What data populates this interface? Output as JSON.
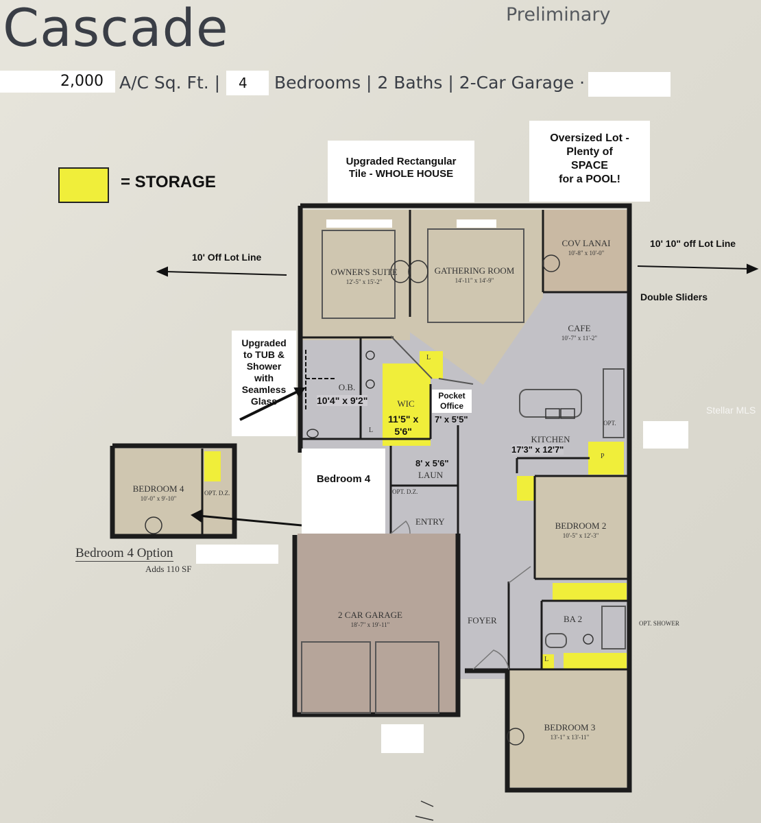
{
  "header": {
    "title": "Cascade",
    "status": "Preliminary",
    "sqft": "2,000",
    "sqft_label": "A/C Sq. Ft. |",
    "bedrooms": "4",
    "features": "Bedrooms | 2 Baths | 2-Car Garage ·"
  },
  "legend": {
    "label": "= STORAGE",
    "color": "#f0ee3a"
  },
  "notes": {
    "tile": [
      "Upgraded Rectangular",
      "Tile - WHOLE HOUSE"
    ],
    "lot": [
      "Oversized Lot -",
      "Plenty of",
      "SPACE",
      "for a POOL!"
    ],
    "lot_line_left": "10' Off Lot Line",
    "lot_line_right": "10' 10\" off Lot Line",
    "double_sliders": "Double Sliders",
    "tub": [
      "Upgraded",
      "to TUB &",
      "Shower",
      "with",
      "Seamless",
      "Glass"
    ]
  },
  "rooms": {
    "owners_suite": {
      "name": "OWNER'S SUITE",
      "dim": "12'-5\" x 15'-2\""
    },
    "gathering": {
      "name": "GATHERING ROOM",
      "dim": "14'-11\" x 14'-9\""
    },
    "lanai": {
      "name": "COV LANAI",
      "dim": "10'-8\" x 10'-0\""
    },
    "cafe": {
      "name": "CAFE",
      "dim": "10'-7\" x 11'-2\""
    },
    "ob": {
      "name": "O.B.",
      "dim": "10'4\" x 9'2\""
    },
    "wic": {
      "name": "WIC",
      "dim": "11'5\" x",
      "dim2": "5'6\""
    },
    "pocket": {
      "name": "Pocket",
      "name2": "Office",
      "dim": "7' x 5'5\""
    },
    "kitchen": {
      "name": "KITCHEN",
      "dim": "17'3\" x 12'7\""
    },
    "laundry": {
      "dim": "8' x 5'6\"",
      "name": "LAUN"
    },
    "bedroom4": {
      "name": "Bedroom 4"
    },
    "opt_dz": "OPT. D.Z.",
    "entry": "ENTRY",
    "bedroom2": {
      "name": "BEDROOM 2",
      "dim": "10'-5\" x 12'-3\""
    },
    "garage": {
      "name": "2 CAR GARAGE",
      "dim": "18'-7\" x 19'-11\""
    },
    "foyer": "FOYER",
    "ba2": "BA 2",
    "opt_shower": "OPT. SHOWER",
    "bedroom3": {
      "name": "BEDROOM 3",
      "dim": "13'-1\" x 13'-11\""
    },
    "pantry": "P",
    "opt": "OPT.",
    "linen": "L"
  },
  "option": {
    "room": "BEDROOM 4",
    "dim": "10'-0\" x 9'-10\"",
    "dz": "OPT. D.Z.",
    "title": "Bedroom 4 Option",
    "adds": "Adds 110 SF"
  },
  "watermark": "Stellar MLS"
}
